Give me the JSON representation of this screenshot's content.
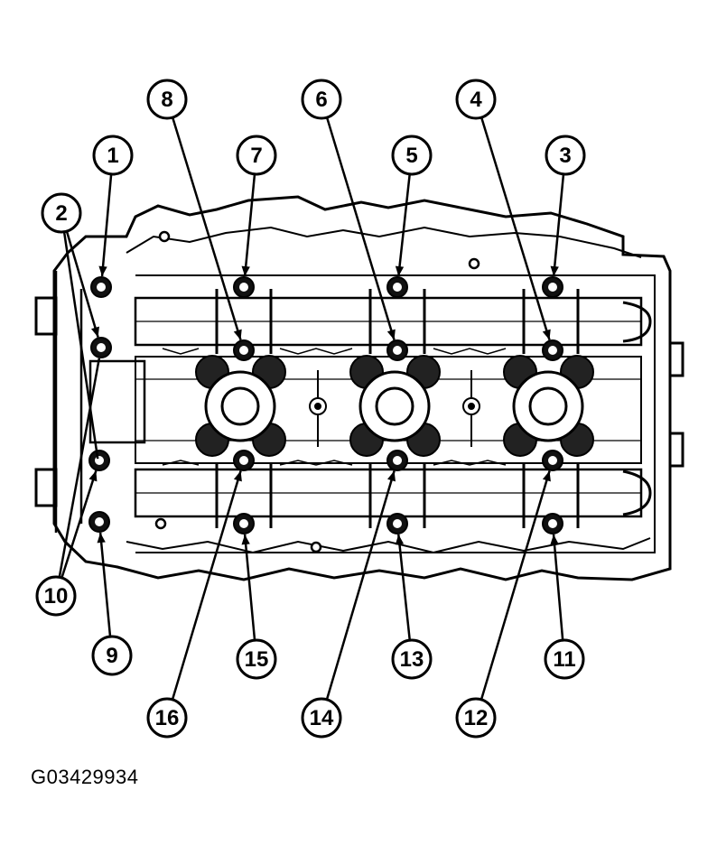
{
  "figure": {
    "code": "G03429934"
  },
  "callouts": [
    {
      "id": "c1",
      "label": "1"
    },
    {
      "id": "c2",
      "label": "2"
    },
    {
      "id": "c3",
      "label": "3"
    },
    {
      "id": "c4",
      "label": "4"
    },
    {
      "id": "c5",
      "label": "5"
    },
    {
      "id": "c6",
      "label": "6"
    },
    {
      "id": "c7",
      "label": "7"
    },
    {
      "id": "c8",
      "label": "8"
    },
    {
      "id": "c9",
      "label": "9"
    },
    {
      "id": "c10",
      "label": "10"
    },
    {
      "id": "c11",
      "label": "11"
    },
    {
      "id": "c12",
      "label": "12"
    },
    {
      "id": "c13",
      "label": "13"
    },
    {
      "id": "c14",
      "label": "14"
    },
    {
      "id": "c15",
      "label": "15"
    },
    {
      "id": "c16",
      "label": "16"
    }
  ]
}
